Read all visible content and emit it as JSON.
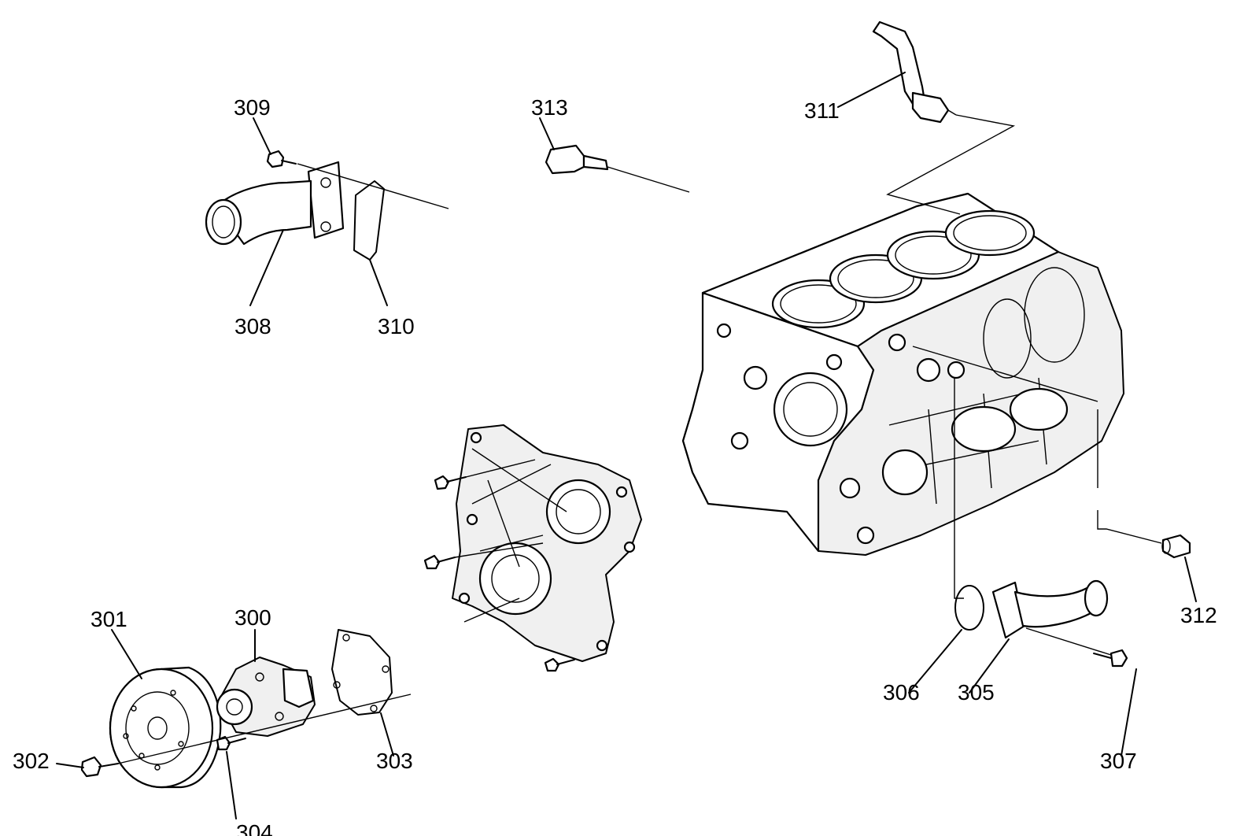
{
  "callouts": {
    "c300": "300",
    "c301": "301",
    "c302": "302",
    "c303": "303",
    "c304": "304",
    "c305": "305",
    "c306": "306",
    "c307": "307",
    "c308": "308",
    "c309": "309",
    "c310": "310",
    "c311": "311",
    "c312": "312",
    "c313": "313"
  }
}
